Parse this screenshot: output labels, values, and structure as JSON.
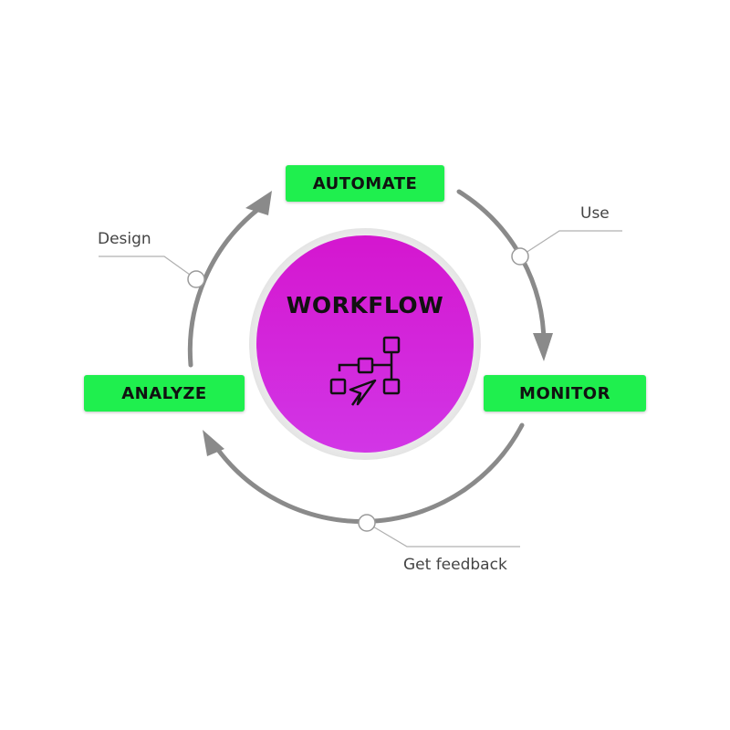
{
  "colors": {
    "accent_green": "#1fef4e",
    "center_magenta_top": "#d416cf",
    "center_magenta_bottom": "#d236e6",
    "arrow_gray": "#8a8a8a"
  },
  "center": {
    "title": "WORKFLOW",
    "icon": "workflow-flowchart-icon"
  },
  "stages": {
    "automate": "AUTOMATE",
    "monitor": "MONITOR",
    "analyze": "ANALYZE"
  },
  "transitions": {
    "design": "Design",
    "use": "Use",
    "feedback": "Get feedback"
  }
}
